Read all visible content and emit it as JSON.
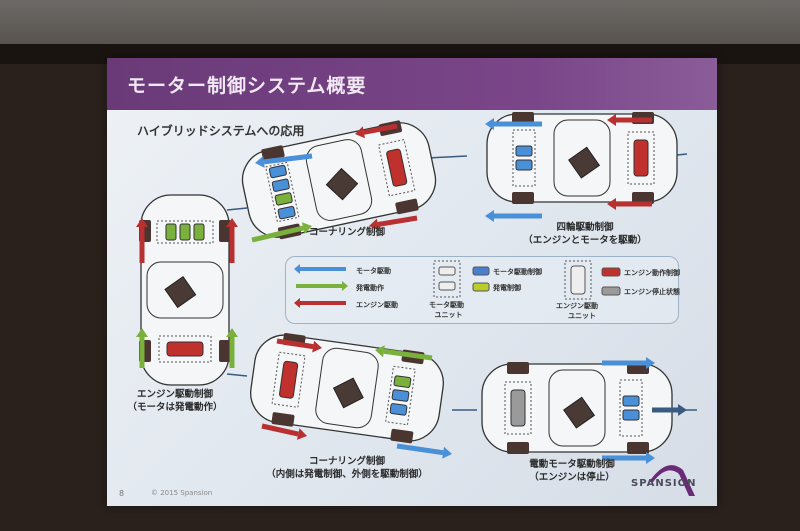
{
  "slide": {
    "title": "モーター制御システム概要",
    "subtitle": "ハイブリッドシステムへの応用",
    "page_number": "8",
    "copyright": "© 2015 Spansion",
    "logo_text": "SPANSION"
  },
  "captions": {
    "top_left": "コーナリング制御",
    "top_right_1": "四輪駆動制御",
    "top_right_2": "（エンジンとモータを駆動）",
    "left_1": "エンジン駆動制御",
    "left_2": "（モータは発電動作）",
    "bottom_left_1": "コーナリング制御",
    "bottom_left_2": "（内側は発電制御、外側を駆動制御）",
    "bottom_right_1": "電動モータ駆動制御",
    "bottom_right_2": "（エンジンは停止）"
  },
  "legend": {
    "motor_drive": "モータ駆動",
    "generation": "発電動作",
    "engine_drive": "エンジン駆動",
    "motor_unit_1": "モータ駆動",
    "motor_unit_2": "ユニット",
    "motor_control": "モータ駆動制御",
    "gen_control": "発電制御",
    "engine_unit_1": "エンジン駆動",
    "engine_unit_2": "ユニット",
    "engine_running": "エンジン動作制御",
    "engine_stopped": "エンジン停止状態"
  },
  "colors": {
    "header": "#7a4689",
    "motor_drive": "#4a90d9",
    "generation": "#7ab03c",
    "engine_drive": "#b83030",
    "motor_control": "#4a7fd0",
    "gen_control": "#b8cc2a",
    "engine_running": "#c0302c",
    "engine_stopped": "#9a9a9a",
    "wheel": "#4a3530"
  }
}
